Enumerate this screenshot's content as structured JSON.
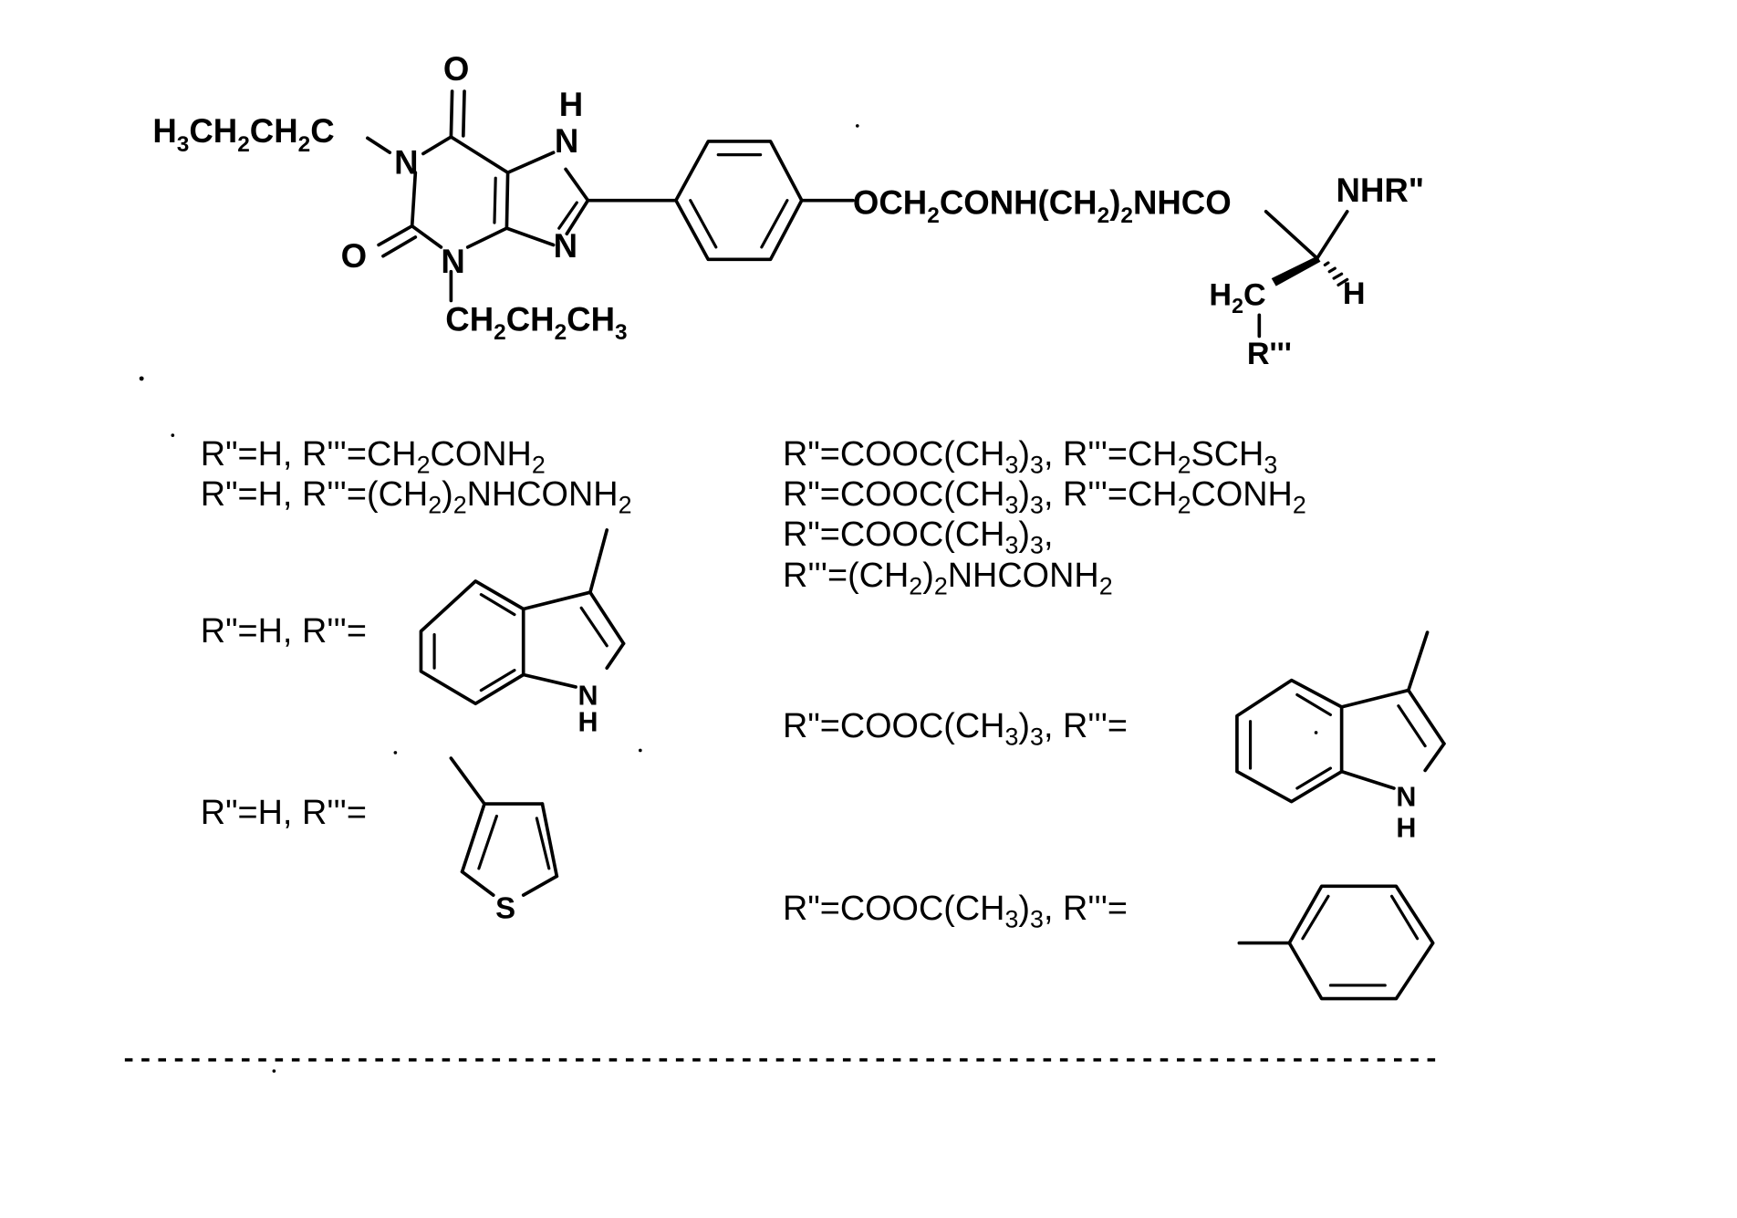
{
  "figure": {
    "type": "chemical-structure-scheme",
    "core": {
      "left_substituent": [
        "H",
        "3",
        "CH",
        "2",
        "CH",
        "2",
        "C"
      ],
      "bottom_substituent": [
        "CH",
        "2",
        "CH",
        "2",
        "CH",
        "3"
      ],
      "ring_atoms": {
        "carbonyl_top_O": "O",
        "carbonyl_left_O": "O",
        "n1": "N",
        "n3": "N",
        "n7": "N",
        "n7_h": "H",
        "n9": "N"
      },
      "linker": [
        "OCH",
        "2",
        "CONH(CH",
        "2",
        ")",
        "2",
        "NHCO"
      ],
      "amine": "NHR\"",
      "stereo_h": "H",
      "ch2": [
        "H",
        "2",
        "C"
      ],
      "r_triple_prime": "R'''"
    },
    "left_column": [
      {
        "id": "l1",
        "parts": [
          "R\"=H, R'''=CH",
          "2",
          "CONH",
          "2"
        ]
      },
      {
        "id": "l2",
        "parts": [
          "R\"=H, R'''=(CH",
          "2",
          ")",
          "2",
          "NHCONH",
          "2"
        ]
      },
      {
        "id": "l3",
        "label": "R\"=H, R'''=",
        "structure": "indol-3-yl",
        "nh_n": "N",
        "nh_h": "H"
      },
      {
        "id": "l4",
        "label": "R\"=H, R'''=",
        "structure": "thiophen-3-yl",
        "hetero": "S"
      }
    ],
    "right_column": [
      {
        "id": "r1",
        "parts": [
          "R\"=COOC(CH",
          "3",
          ")",
          "3",
          ", R'''=CH",
          "2",
          "SCH",
          "3"
        ]
      },
      {
        "id": "r2",
        "parts": [
          "R\"=COOC(CH",
          "3",
          ")",
          "3",
          ", R'''=CH",
          "2",
          "CONH",
          "2"
        ]
      },
      {
        "id": "r3a",
        "parts": [
          "R\"=COOC(CH",
          "3",
          ")",
          "3",
          ","
        ]
      },
      {
        "id": "r3b",
        "parts": [
          "R'''=(CH",
          "2",
          ")",
          "2",
          "NHCONH",
          "2"
        ]
      },
      {
        "id": "r4",
        "parts": [
          "R\"=COOC(CH",
          "3",
          ")",
          "3",
          ", R'''="
        ],
        "structure": "indol-3-yl",
        "nh_n": "N",
        "nh_h": "H"
      },
      {
        "id": "r5",
        "parts": [
          "R\"=COOC(CH",
          "3",
          ")",
          "3",
          ", R'''="
        ],
        "structure": "phenyl"
      }
    ],
    "separator": "dashed-line"
  }
}
